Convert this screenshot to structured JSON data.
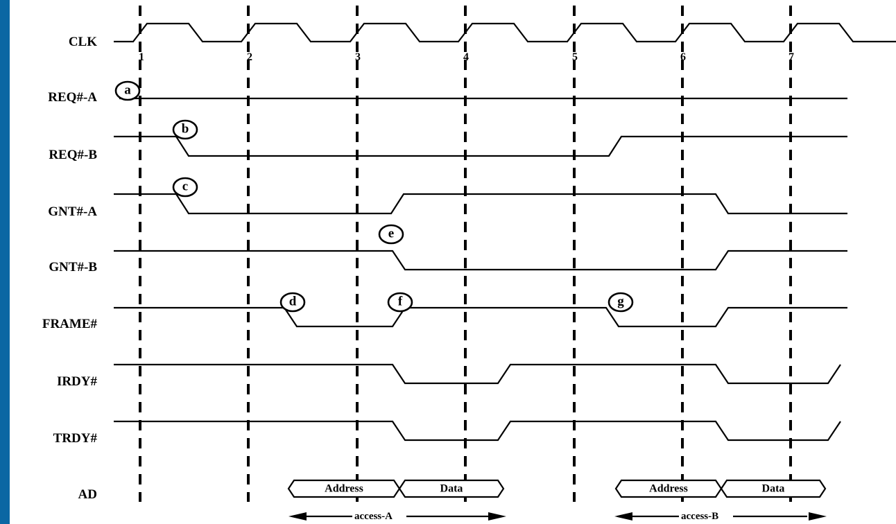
{
  "colors": {
    "border": "#0b67a3",
    "background": "#ffffff",
    "ink": "#000000"
  },
  "signals": [
    {
      "id": "clk",
      "label": "CLK"
    },
    {
      "id": "req-a",
      "label": "REQ#-A"
    },
    {
      "id": "req-b",
      "label": "REQ#-B"
    },
    {
      "id": "gnt-a",
      "label": "GNT#-A"
    },
    {
      "id": "gnt-b",
      "label": "GNT#-B"
    },
    {
      "id": "frame",
      "label": "FRAME#"
    },
    {
      "id": "irdy",
      "label": "IRDY#"
    },
    {
      "id": "trdy",
      "label": "TRDY#"
    },
    {
      "id": "ad",
      "label": "AD"
    }
  ],
  "clock_ticks": [
    "1",
    "2",
    "3",
    "4",
    "5",
    "6",
    "7"
  ],
  "markers": [
    "a",
    "b",
    "c",
    "d",
    "e",
    "f",
    "g"
  ],
  "bus_segments": [
    "Address",
    "Data",
    "Address",
    "Data"
  ],
  "access_ranges": [
    "access-A",
    "access-B"
  ]
}
